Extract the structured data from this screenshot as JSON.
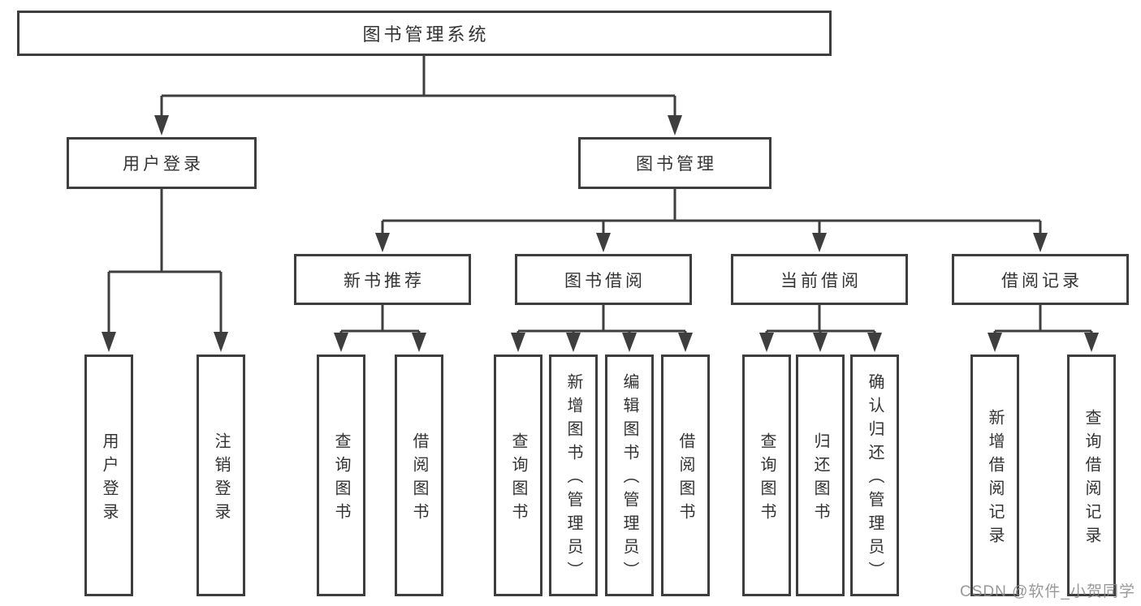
{
  "diagram": {
    "root": {
      "label": "图书管理系统"
    },
    "level2": [
      {
        "label": "用户登录"
      },
      {
        "label": "图书管理"
      }
    ],
    "level3": [
      {
        "label": "新书推荐"
      },
      {
        "label": "图书借阅"
      },
      {
        "label": "当前借阅"
      },
      {
        "label": "借阅记录"
      }
    ],
    "leaves": [
      {
        "label": "用户登录"
      },
      {
        "label": "注销登录"
      },
      {
        "label": "查询图书"
      },
      {
        "label": "借阅图书"
      },
      {
        "label": "查询图书"
      },
      {
        "label": "新增图书（管理员）"
      },
      {
        "label": "编辑图书（管理员）"
      },
      {
        "label": "借阅图书"
      },
      {
        "label": "查询图书"
      },
      {
        "label": "归还图书"
      },
      {
        "label": "确认归还（管理员）"
      },
      {
        "label": "新增借阅记录"
      },
      {
        "label": "查询借阅记录"
      }
    ]
  },
  "watermark": {
    "text": "CSDN @软件_小贺同学"
  },
  "colors": {
    "line": "#3e3e3e",
    "text": "#333333",
    "box_background": "#ffffff",
    "page_background": "#ffffff",
    "watermark": "#878787"
  }
}
